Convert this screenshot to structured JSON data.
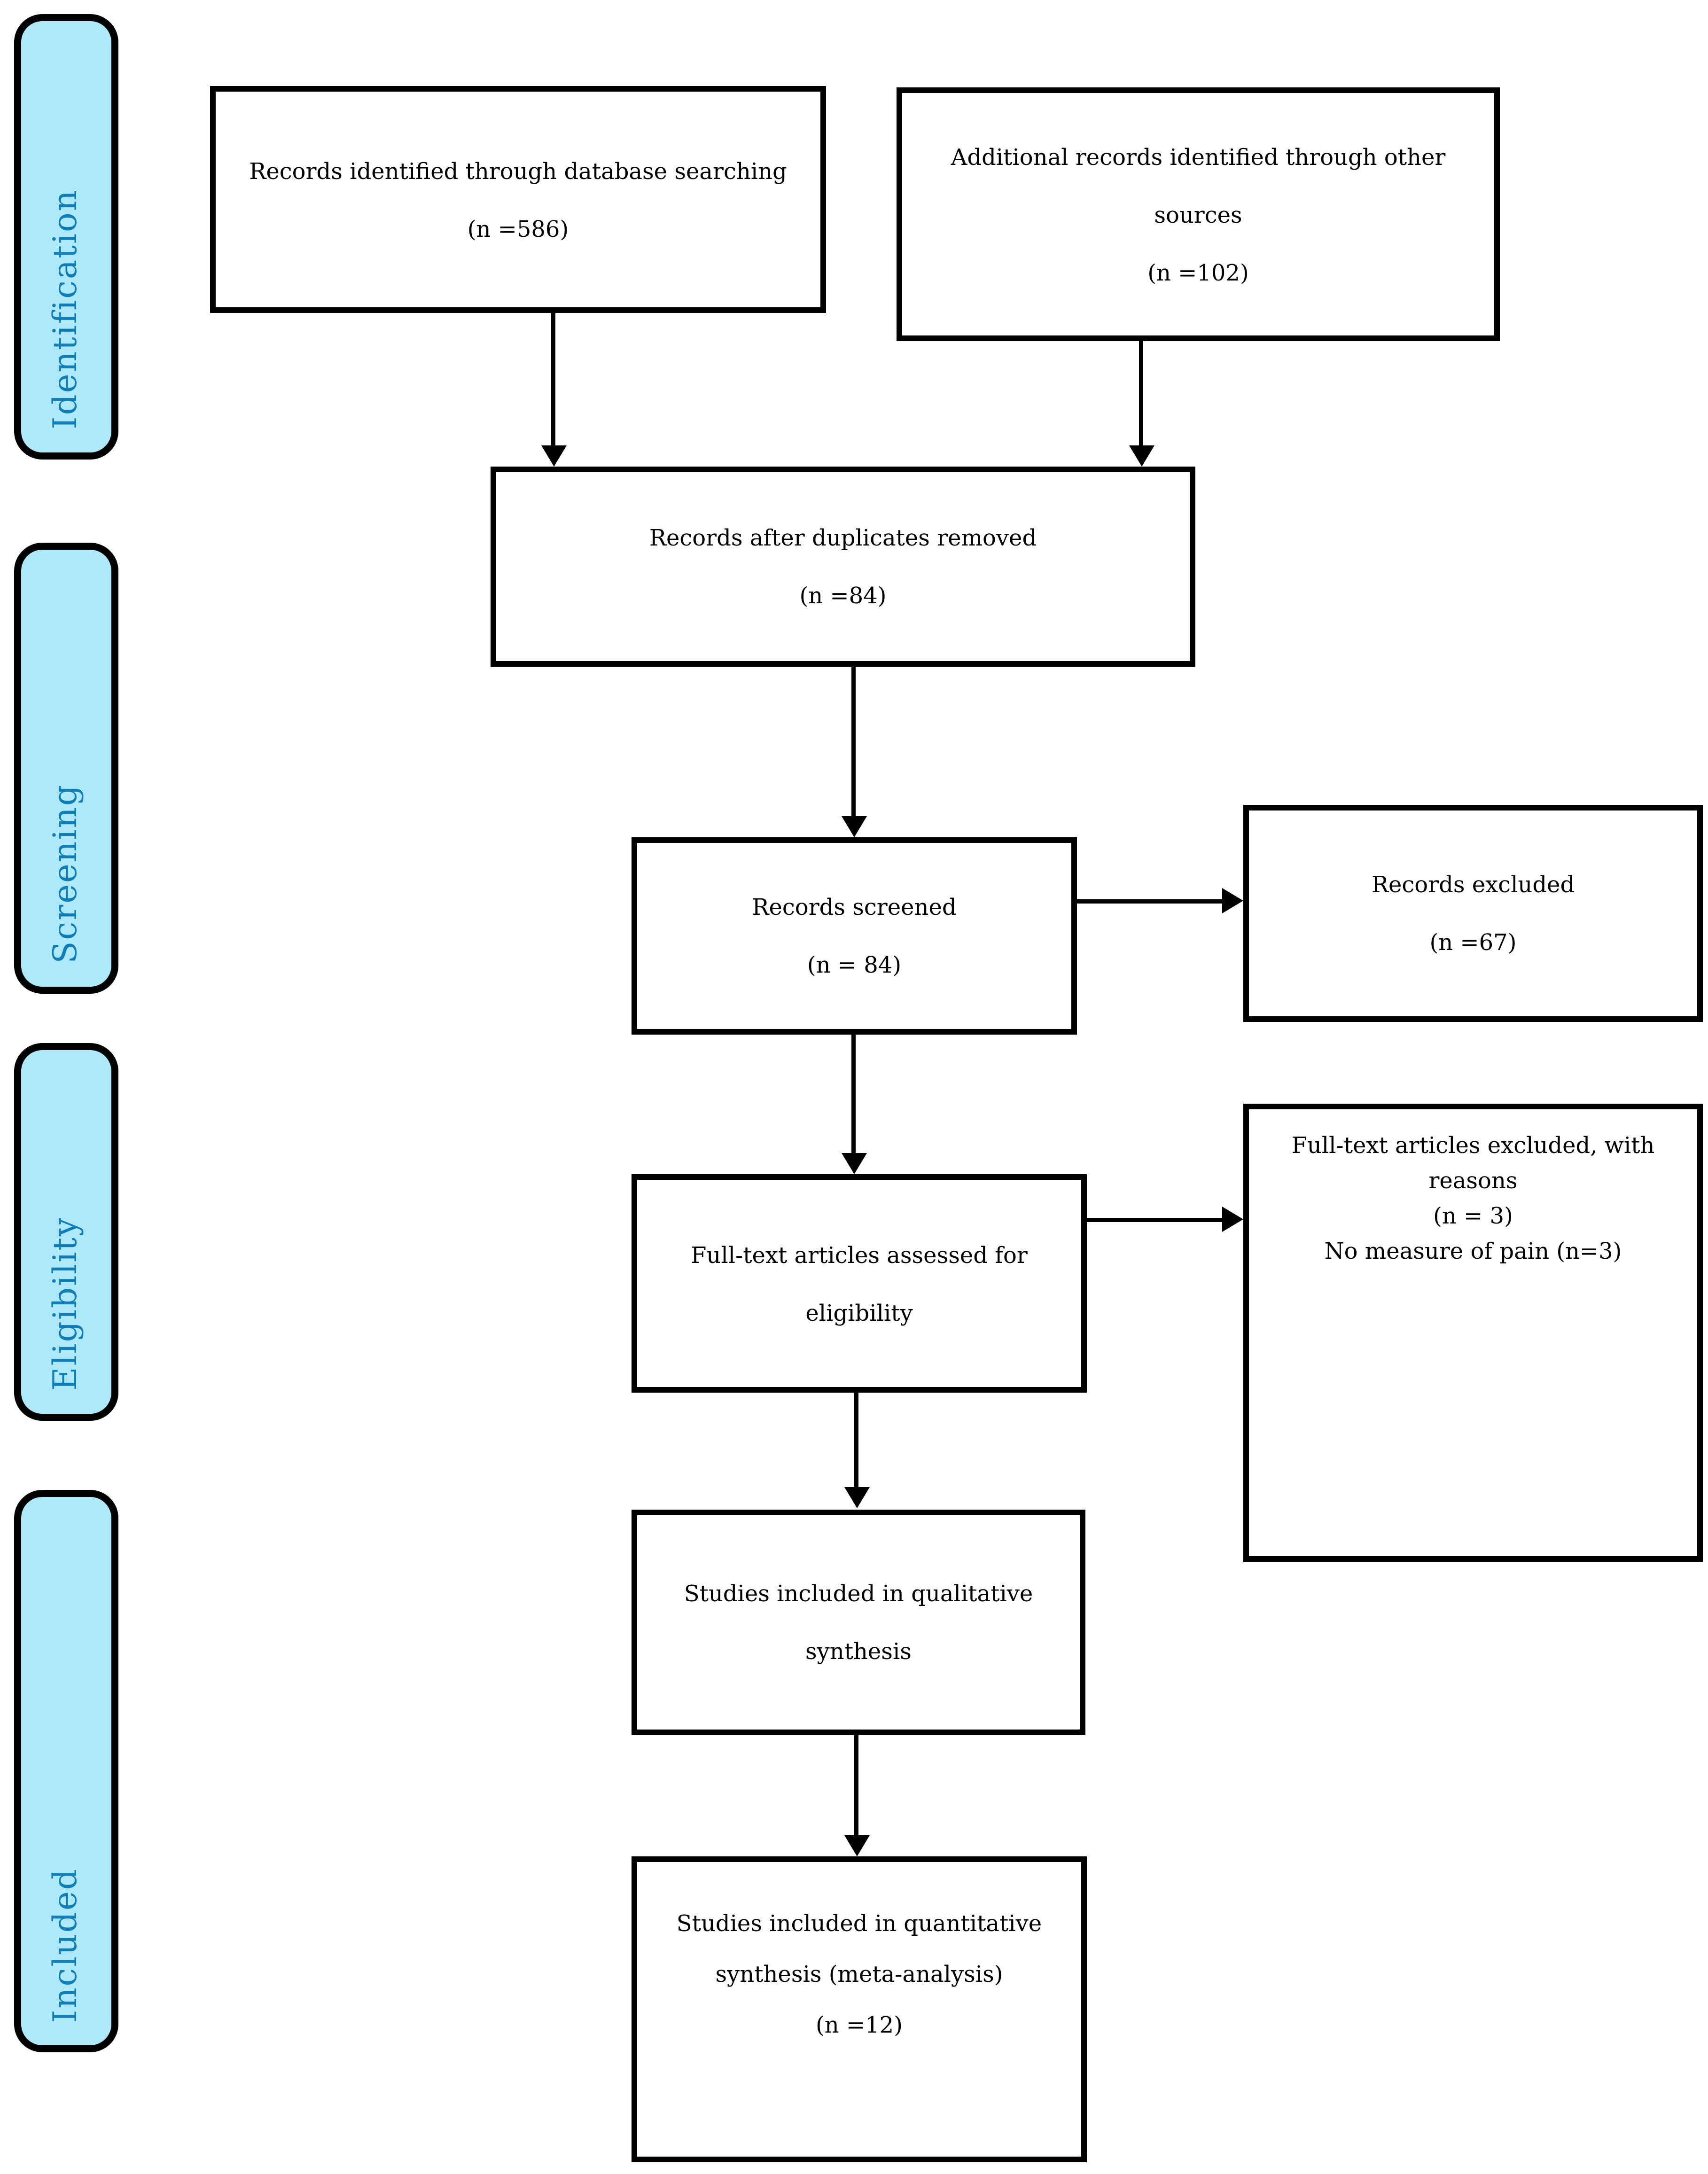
{
  "diagram_type": "prisma-flow-diagram",
  "colors": {
    "stage_label_fill": "#ADE9FB",
    "stage_label_text": "#0F7EB7",
    "box_border": "#000000",
    "background": "#FFFFFF"
  },
  "stage_labels": {
    "identification": "Identification",
    "screening": "Screening",
    "eligibility": "Eligibility",
    "included": "Included"
  },
  "boxes": {
    "records_identified": {
      "lines": [
        "Records identified through database searching",
        "(n =586)"
      ]
    },
    "additional_records": {
      "lines": [
        "Additional records identified through other",
        "sources",
        "(n =102)"
      ]
    },
    "duplicates_removed": {
      "lines": [
        "Records after duplicates removed",
        "(n =84)"
      ]
    },
    "records_screened": {
      "lines": [
        "Records screened",
        "(n = 84)"
      ]
    },
    "records_excluded": {
      "lines": [
        "Records excluded",
        "(n =67)"
      ]
    },
    "fulltext_assessed": {
      "lines": [
        "Full-text articles assessed for",
        "eligibility"
      ]
    },
    "fulltext_excluded": {
      "lines": [
        "Full-text articles excluded, with",
        "reasons",
        "(n = 3)",
        "No measure of pain (n=3)"
      ]
    },
    "qualitative_synthesis": {
      "lines": [
        "Studies included in qualitative",
        "synthesis"
      ]
    },
    "quantitative_synthesis": {
      "lines": [
        "Studies included in quantitative",
        "synthesis (meta-analysis)",
        "(n =12)"
      ]
    }
  }
}
